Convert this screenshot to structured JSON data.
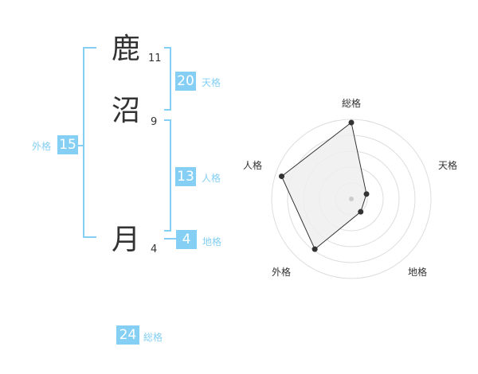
{
  "name": {
    "chars": [
      {
        "char": "鹿",
        "strokes": "11"
      },
      {
        "char": "沼",
        "strokes": "9"
      },
      {
        "char": "月",
        "strokes": "4"
      }
    ]
  },
  "kakusu": {
    "tenkaku": {
      "value": "20",
      "label": "天格"
    },
    "jinkaku": {
      "value": "13",
      "label": "人格"
    },
    "chikaku": {
      "value": "4",
      "label": "地格"
    },
    "gaikaku": {
      "value": "15",
      "label": "外格"
    },
    "soukaku": {
      "value": "24",
      "label": "総格"
    }
  },
  "radar": {
    "axes": [
      "総格",
      "天格",
      "地格",
      "外格",
      "人格"
    ],
    "values": [
      0.96,
      0.2,
      0.2,
      0.78,
      0.92
    ],
    "colors": {
      "accent": "#84cff3",
      "fill": "#efefef",
      "line": "#333333",
      "grid": "#dddddd"
    }
  }
}
